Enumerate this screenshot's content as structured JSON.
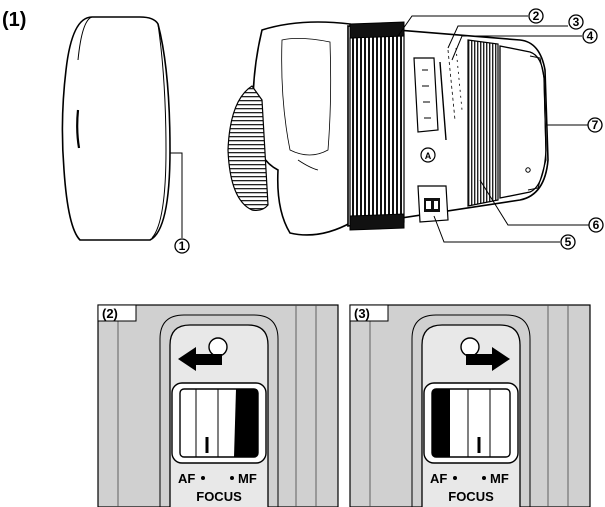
{
  "figure": {
    "main_label": "(1)",
    "callouts": [
      "1",
      "2",
      "3",
      "4",
      "5",
      "6",
      "7"
    ],
    "lens_mark": "A"
  },
  "panels": [
    {
      "label": "(2)",
      "af_text": "AF",
      "mf_text": "MF",
      "focus_text": "FOCUS",
      "arrow_direction": "left"
    },
    {
      "label": "(3)",
      "af_text": "AF",
      "mf_text": "MF",
      "focus_text": "FOCUS",
      "arrow_direction": "right"
    }
  ]
}
